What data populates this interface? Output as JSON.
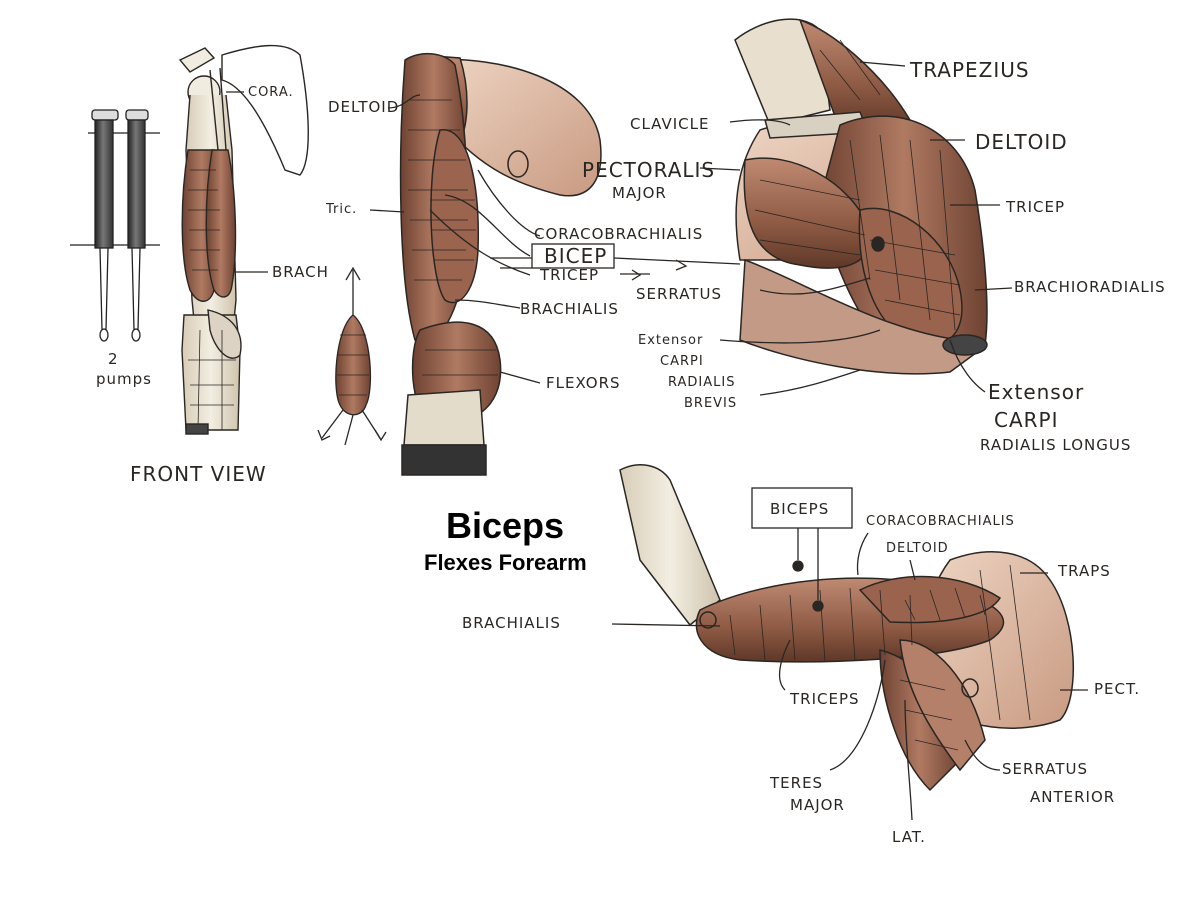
{
  "title": {
    "main": "Biceps",
    "sub": "Flexes Forearm"
  },
  "pumps_sketch": {
    "label_line1": "2",
    "label_line2": "pumps"
  },
  "front_view": {
    "caption": "FRONT VIEW",
    "labels": {
      "cora": "CORA.",
      "brach": "BRACH"
    }
  },
  "side_arm": {
    "labels": {
      "deltoid": "DELTOID",
      "tric": "Tric.",
      "coracobrachialis": "CORACOBRACHIALIS",
      "bicep": "BICEP",
      "tricep": "TRICEP",
      "brachialis": "BRACHIALIS",
      "flexors": "FLEXORS"
    }
  },
  "torso_view": {
    "labels": {
      "trapezius": "TRAPEZIUS",
      "clavicle": "CLAVICLE",
      "deltoid": "DELTOID",
      "pectoralis_1": "PECTORALIS",
      "pectoralis_2": "MAJOR",
      "tricep": "TRICEP",
      "brachioradialis": "BRACHIORADIALIS",
      "serratus": "SERRATUS",
      "ecrb_1": "Extensor",
      "ecrb_2": "CARPI",
      "ecrb_3": "RADIALIS",
      "ecrb_4": "BREVIS",
      "ecrl_1": "Extensor",
      "ecrl_2": "CARPI",
      "ecrl_3": "RADIALIS LONGUS"
    }
  },
  "underside_view": {
    "labels": {
      "biceps": "BICEPS",
      "coracobrachialis": "CORACOBRACHIALIS",
      "deltoid": "DELTOID",
      "traps": "TRAPS",
      "brachialis": "BRACHIALIS",
      "pect": "PECT.",
      "triceps": "TRICEPS",
      "teres_1": "TERES",
      "teres_2": "MAJOR",
      "serratus_1": "SERRATUS",
      "serratus_2": "ANTERIOR",
      "lat": "LAT."
    }
  },
  "colors": {
    "muscle_dark": "#7a4c3a",
    "muscle_mid": "#a8705a",
    "muscle_light": "#c9a08c",
    "skin": "#e3c4b0",
    "bone": "#e8e0cf",
    "ink": "#2a2623"
  }
}
